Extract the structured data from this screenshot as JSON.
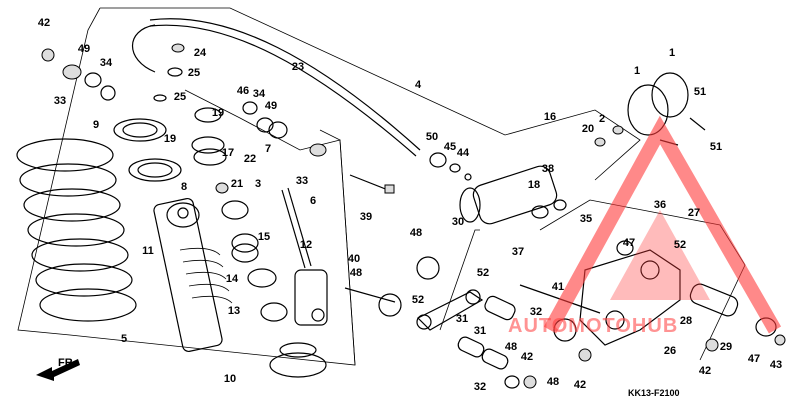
{
  "diagram": {
    "code": "KK13-F2100",
    "fr_label": "FR.",
    "watermark": {
      "text": "AUTOMOTOHUB",
      "color": "#ff3b3b"
    },
    "callouts": [
      {
        "id": "42a",
        "label": "42"
      },
      {
        "id": "49a",
        "label": "49"
      },
      {
        "id": "34a",
        "label": "34"
      },
      {
        "id": "33a",
        "label": "33"
      },
      {
        "id": "9",
        "label": "9"
      },
      {
        "id": "11",
        "label": "11"
      },
      {
        "id": "5",
        "label": "5"
      },
      {
        "id": "24",
        "label": "24"
      },
      {
        "id": "25a",
        "label": "25"
      },
      {
        "id": "25b",
        "label": "25"
      },
      {
        "id": "19a",
        "label": "19"
      },
      {
        "id": "19b",
        "label": "19"
      },
      {
        "id": "17",
        "label": "17"
      },
      {
        "id": "22",
        "label": "22"
      },
      {
        "id": "8",
        "label": "8"
      },
      {
        "id": "21",
        "label": "21"
      },
      {
        "id": "3",
        "label": "3"
      },
      {
        "id": "15",
        "label": "15"
      },
      {
        "id": "14",
        "label": "14"
      },
      {
        "id": "13",
        "label": "13"
      },
      {
        "id": "10",
        "label": "10"
      },
      {
        "id": "46",
        "label": "46"
      },
      {
        "id": "34b",
        "label": "34"
      },
      {
        "id": "49b",
        "label": "49"
      },
      {
        "id": "7",
        "label": "7"
      },
      {
        "id": "23",
        "label": "23"
      },
      {
        "id": "4",
        "label": "4"
      },
      {
        "id": "33b",
        "label": "33"
      },
      {
        "id": "6",
        "label": "6"
      },
      {
        "id": "12",
        "label": "12"
      },
      {
        "id": "39",
        "label": "39"
      },
      {
        "id": "40",
        "label": "40"
      },
      {
        "id": "48a",
        "label": "48"
      },
      {
        "id": "48b",
        "label": "48"
      },
      {
        "id": "50",
        "label": "50"
      },
      {
        "id": "45",
        "label": "45"
      },
      {
        "id": "44",
        "label": "44"
      },
      {
        "id": "16",
        "label": "16"
      },
      {
        "id": "38",
        "label": "38"
      },
      {
        "id": "18",
        "label": "18"
      },
      {
        "id": "20",
        "label": "20"
      },
      {
        "id": "2",
        "label": "2"
      },
      {
        "id": "1a",
        "label": "1"
      },
      {
        "id": "1b",
        "label": "1"
      },
      {
        "id": "51a",
        "label": "51"
      },
      {
        "id": "51b",
        "label": "51"
      },
      {
        "id": "35",
        "label": "35"
      },
      {
        "id": "36",
        "label": "36"
      },
      {
        "id": "27",
        "label": "27"
      },
      {
        "id": "47a",
        "label": "47"
      },
      {
        "id": "52a",
        "label": "52"
      },
      {
        "id": "52b",
        "label": "52"
      },
      {
        "id": "52c",
        "label": "52"
      },
      {
        "id": "30",
        "label": "30"
      },
      {
        "id": "37",
        "label": "37"
      },
      {
        "id": "41",
        "label": "41"
      },
      {
        "id": "31a",
        "label": "31"
      },
      {
        "id": "31b",
        "label": "31"
      },
      {
        "id": "32a",
        "label": "32"
      },
      {
        "id": "32b",
        "label": "32"
      },
      {
        "id": "48c",
        "label": "48"
      },
      {
        "id": "48d",
        "label": "48"
      },
      {
        "id": "42b",
        "label": "42"
      },
      {
        "id": "42c",
        "label": "42"
      },
      {
        "id": "42d",
        "label": "42"
      },
      {
        "id": "28",
        "label": "28"
      },
      {
        "id": "26",
        "label": "26"
      },
      {
        "id": "29",
        "label": "29"
      },
      {
        "id": "47b",
        "label": "47"
      },
      {
        "id": "43",
        "label": "43"
      }
    ]
  }
}
